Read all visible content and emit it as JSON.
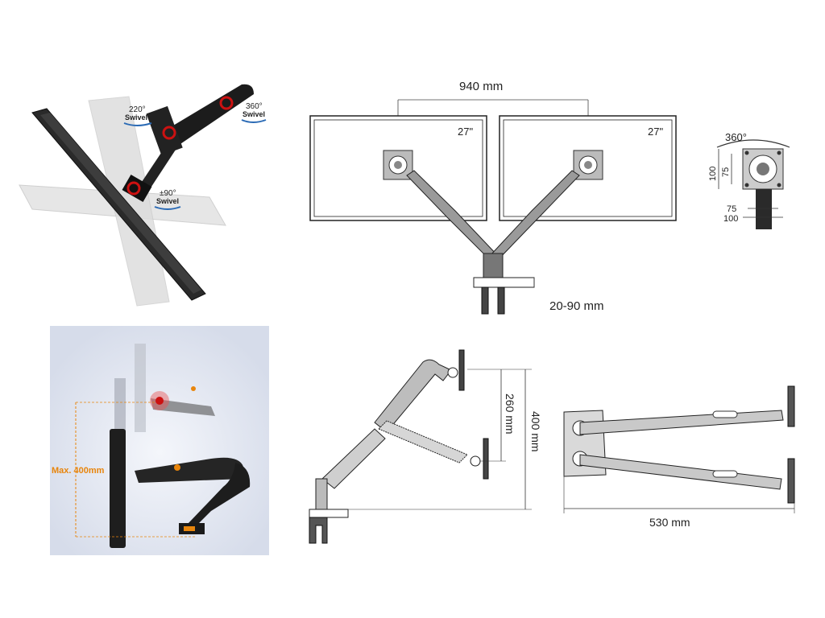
{
  "colors": {
    "line": "#333333",
    "dark_arm": "#1c1c1c",
    "accent_red": "#cc1111",
    "accent_orange": "#e8850c",
    "photo_bg": "#e3e7f0"
  },
  "swivel_view": {
    "label_220": "220°",
    "label_220_sub": "Swivel",
    "label_360": "360°",
    "label_360_sub": "Swivel",
    "label_90": "±90°",
    "label_90_sub": "Swivel"
  },
  "dual_front_view": {
    "width_label": "940 mm",
    "screen_left_size": "27\"",
    "screen_right_size": "27\"",
    "clamp_label": "20-90 mm"
  },
  "vesa_view": {
    "rotation_label": "360°",
    "dim_100_v": "100",
    "dim_75_v": "75",
    "dim_75_h": "75",
    "dim_100_h": "100"
  },
  "height_photo": {
    "max_label": "Max. 400mm"
  },
  "side_view": {
    "dim_400": "400 mm",
    "dim_260": "260 mm"
  },
  "top_view": {
    "dim_530": "530 mm"
  },
  "icons": [
    "rotate-arrow-icon",
    "pivot-marker-icon",
    "vesa-plate-icon"
  ]
}
